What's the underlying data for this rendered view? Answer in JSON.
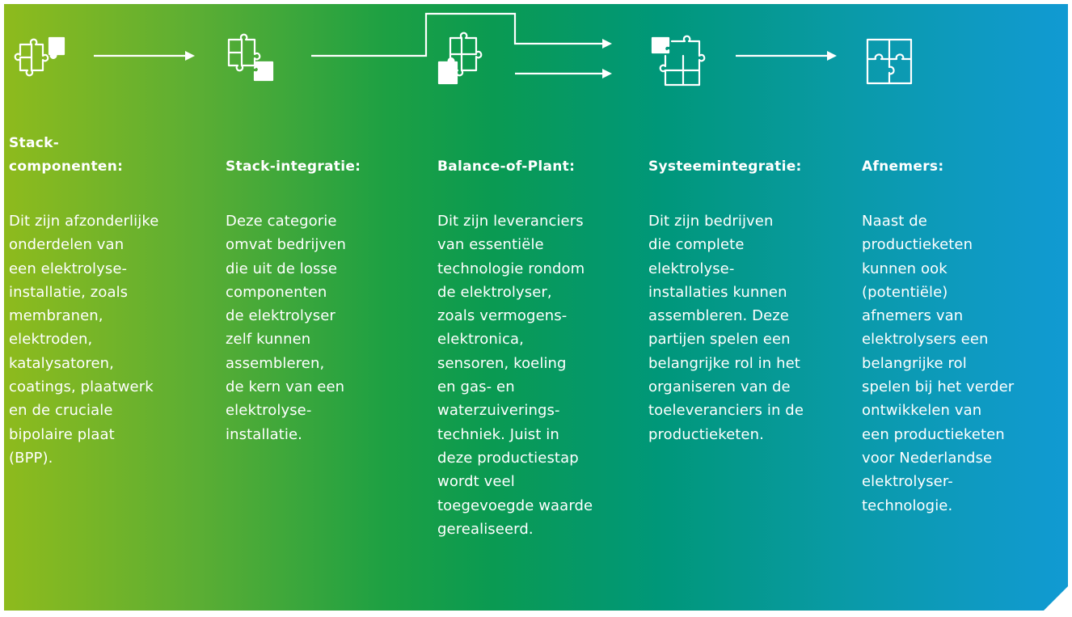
{
  "colors": {
    "gradient_start": "#8ebb1d",
    "gradient_mid": "#0a9a52",
    "gradient_end": "#119ad3",
    "text": "#ffffff"
  },
  "flow": {
    "icons": [
      {
        "name": "puzzle-top-right-piece-icon"
      },
      {
        "name": "puzzle-bottom-right-piece-icon"
      },
      {
        "name": "puzzle-bottom-left-piece-icon"
      },
      {
        "name": "puzzle-top-left-piece-icon"
      },
      {
        "name": "puzzle-complete-icon"
      }
    ],
    "arrows": [
      {
        "name": "arrow-stack-to-integration"
      },
      {
        "name": "arrow-integration-to-bop"
      },
      {
        "name": "arrow-bop-to-systeem"
      }
    ]
  },
  "columns": [
    {
      "title": "Stack-\ncomponenten:",
      "text": "Dit zijn afzonderlijke\nonderdelen van\neen elektrolyse-\ninstallatie, zoals\nmembranen,\nelektroden,\nkatalysatoren,\ncoatings, plaatwerk\nen de cruciale\nbipolaire plaat\n(BPP)."
    },
    {
      "title": "Stack-integratie:",
      "text": "Deze categorie\nomvat bedrijven\ndie uit de losse\ncomponenten\nde elektrolyser\nzelf kunnen\nassembleren,\nde kern van een\nelektrolyse-\ninstallatie."
    },
    {
      "title": "Balance-of-Plant:",
      "text": "Dit zijn leveranciers\nvan essentiële\ntechnologie rondom\nde elektrolyser,\nzoals vermogens-\nelektronica,\nsensoren, koeling\nen gas- en\nwaterzuiverings-\ntechniek. Juist in\ndeze productiestap\nwordt veel\ntoegevoegde waarde\ngerealiseerd."
    },
    {
      "title": "Systeemintegratie:",
      "text": "Dit zijn bedrijven\ndie complete\nelektrolyse-\ninstallaties kunnen\nassembleren. Deze\npartijen spelen een\nbelangrijke rol in het\norganiseren van de\ntoeleveranciers in de\nproductieketen."
    },
    {
      "title": "Afnemers:",
      "text": "Naast de\nproductieketen\nkunnen ook\n(potentiële)\nafnemers van\nelektrolysers een\nbelangrijke rol\nspelen bij het verder\nontwikkelen van\neen productieketen\nvoor Nederlandse\nelektrolyser-\ntechnologie."
    }
  ]
}
